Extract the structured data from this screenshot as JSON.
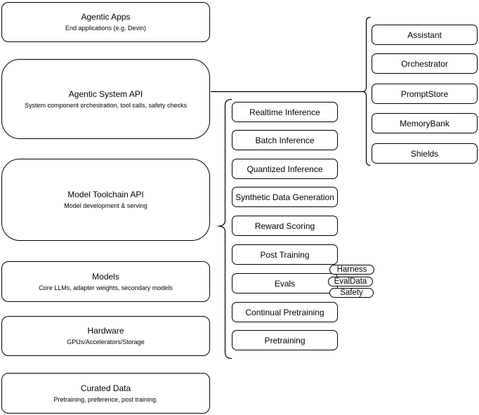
{
  "diagram": {
    "background": "#ffffff",
    "stroke_color": "#000000"
  },
  "stack": [
    {
      "title": "Agentic Apps",
      "subtitle": "End applications (e.g. Devin)"
    },
    {
      "title": "Agentic System API",
      "subtitle": "System component orchestration, tool calls, safety checks"
    },
    {
      "title": "Model Toolchain API",
      "subtitle": "Model development & serving"
    },
    {
      "title": "Models",
      "subtitle": "Core LLMs, adapter weights, secondary models"
    },
    {
      "title": "Hardware",
      "subtitle": "GPUs/Accelerators/Storage"
    },
    {
      "title": "Curated Data",
      "subtitle": "Pretraining, preference, post training."
    }
  ],
  "toolchain": {
    "items": [
      "Realtime Inference",
      "Batch Inference",
      "Quantized Inference",
      "Synthetic Data Generation",
      "Reward Scoring",
      "Post Training",
      "Evals",
      "Continual Pretraining",
      "Pretraining"
    ]
  },
  "evals_tags": [
    "Harness",
    "EvalData",
    "Safety"
  ],
  "system_components": [
    "Assistant",
    "Orchestrator",
    "PromptStore",
    "MemoryBank",
    "Shields"
  ]
}
